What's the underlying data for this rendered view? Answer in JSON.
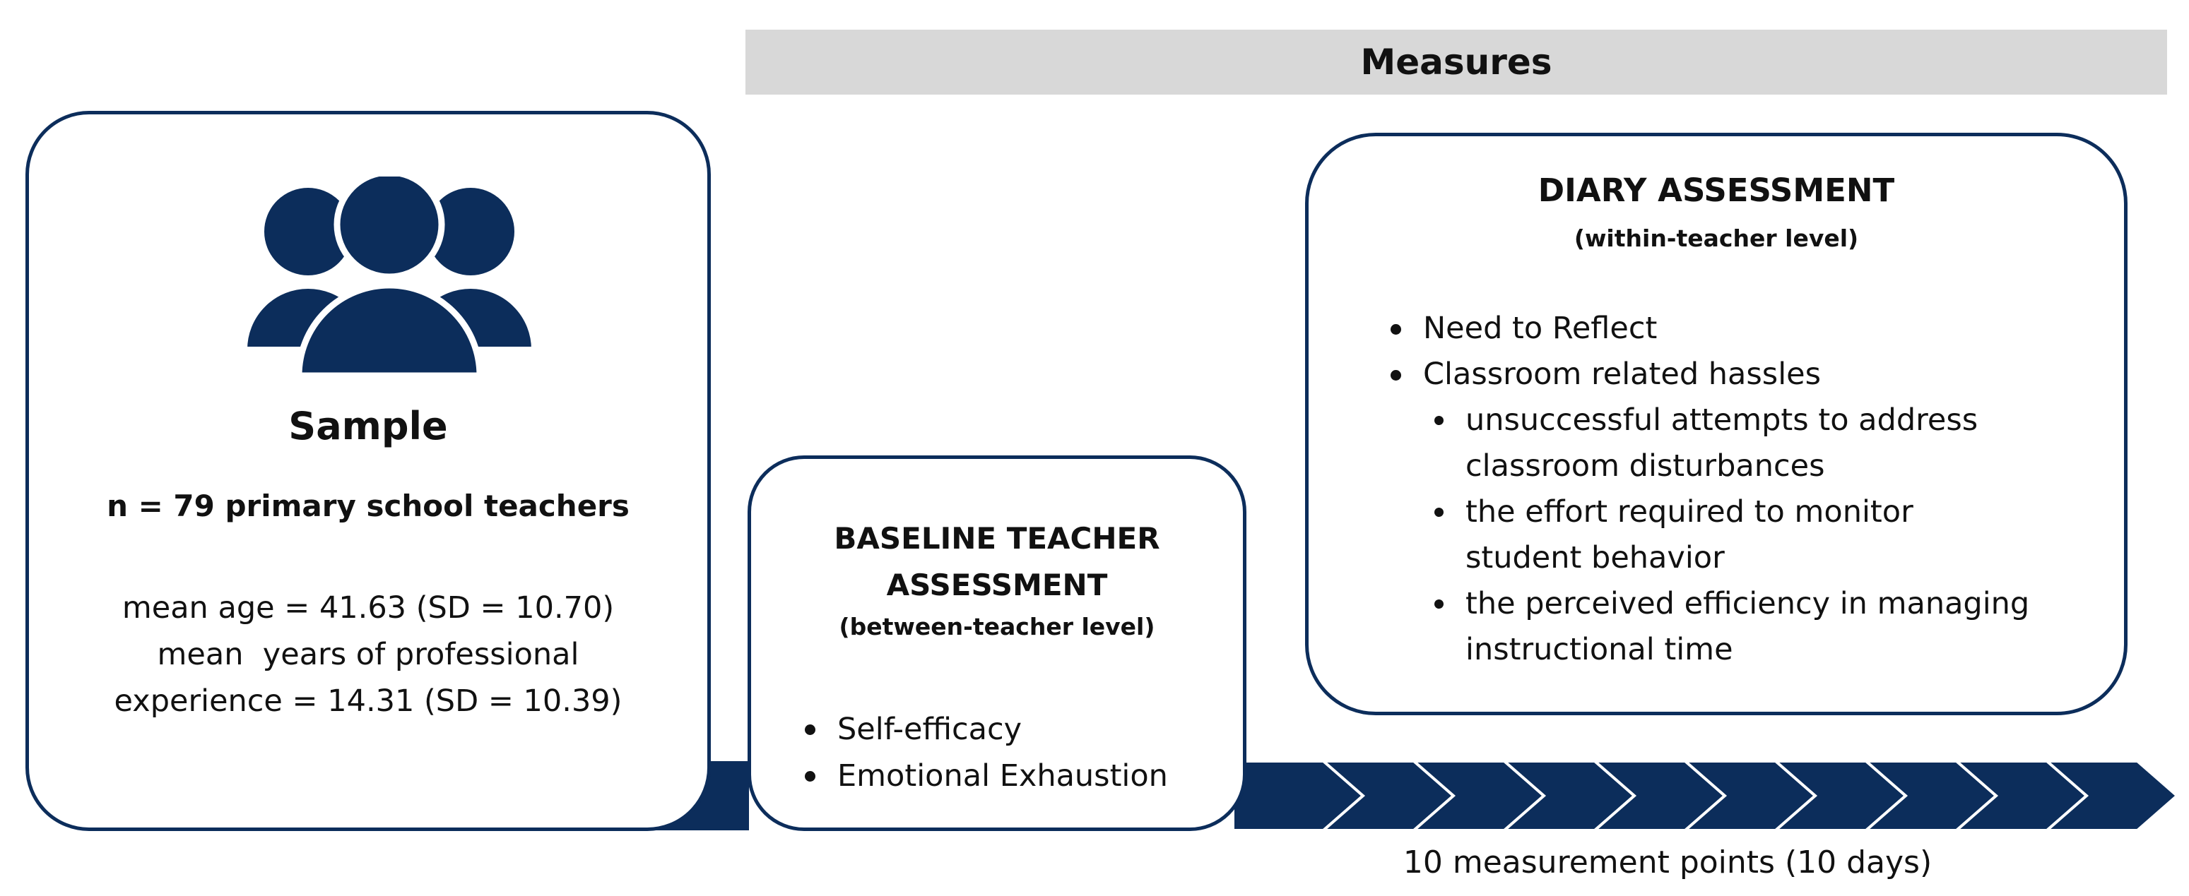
{
  "measures_header": "Measures",
  "sample": {
    "title": "Sample",
    "n_line": "n = 79 primary school teachers",
    "stats": [
      "mean age = 41.63 (SD = 10.70)",
      "mean  years of professional",
      "experience = 14.31 (SD = 10.39)"
    ],
    "icon": "people-group-icon"
  },
  "baseline": {
    "title_line1": "BASELINE TEACHER",
    "title_line2": "ASSESSMENT",
    "subtitle": "(between-teacher level)",
    "items": [
      "Self-efficacy",
      "Emotional Exhaustion"
    ]
  },
  "diary": {
    "title": "DIARY ASSESSMENT",
    "subtitle": "(within-teacher level)",
    "item1": "Need to Reflect",
    "item2": "Classroom related hassles",
    "sub_items": [
      [
        "unsuccessful attempts to address",
        "classroom disturbances"
      ],
      [
        "the effort required to monitor",
        "student behavior"
      ],
      [
        "the perceived efficiency in managing",
        "instructional time"
      ]
    ]
  },
  "timeline": {
    "caption": "10 measurement points (10 days)",
    "chevron_count": 10
  },
  "colors": {
    "navy": "#0c2d5b",
    "header_gray": "#d8d8d8",
    "white": "#ffffff"
  }
}
